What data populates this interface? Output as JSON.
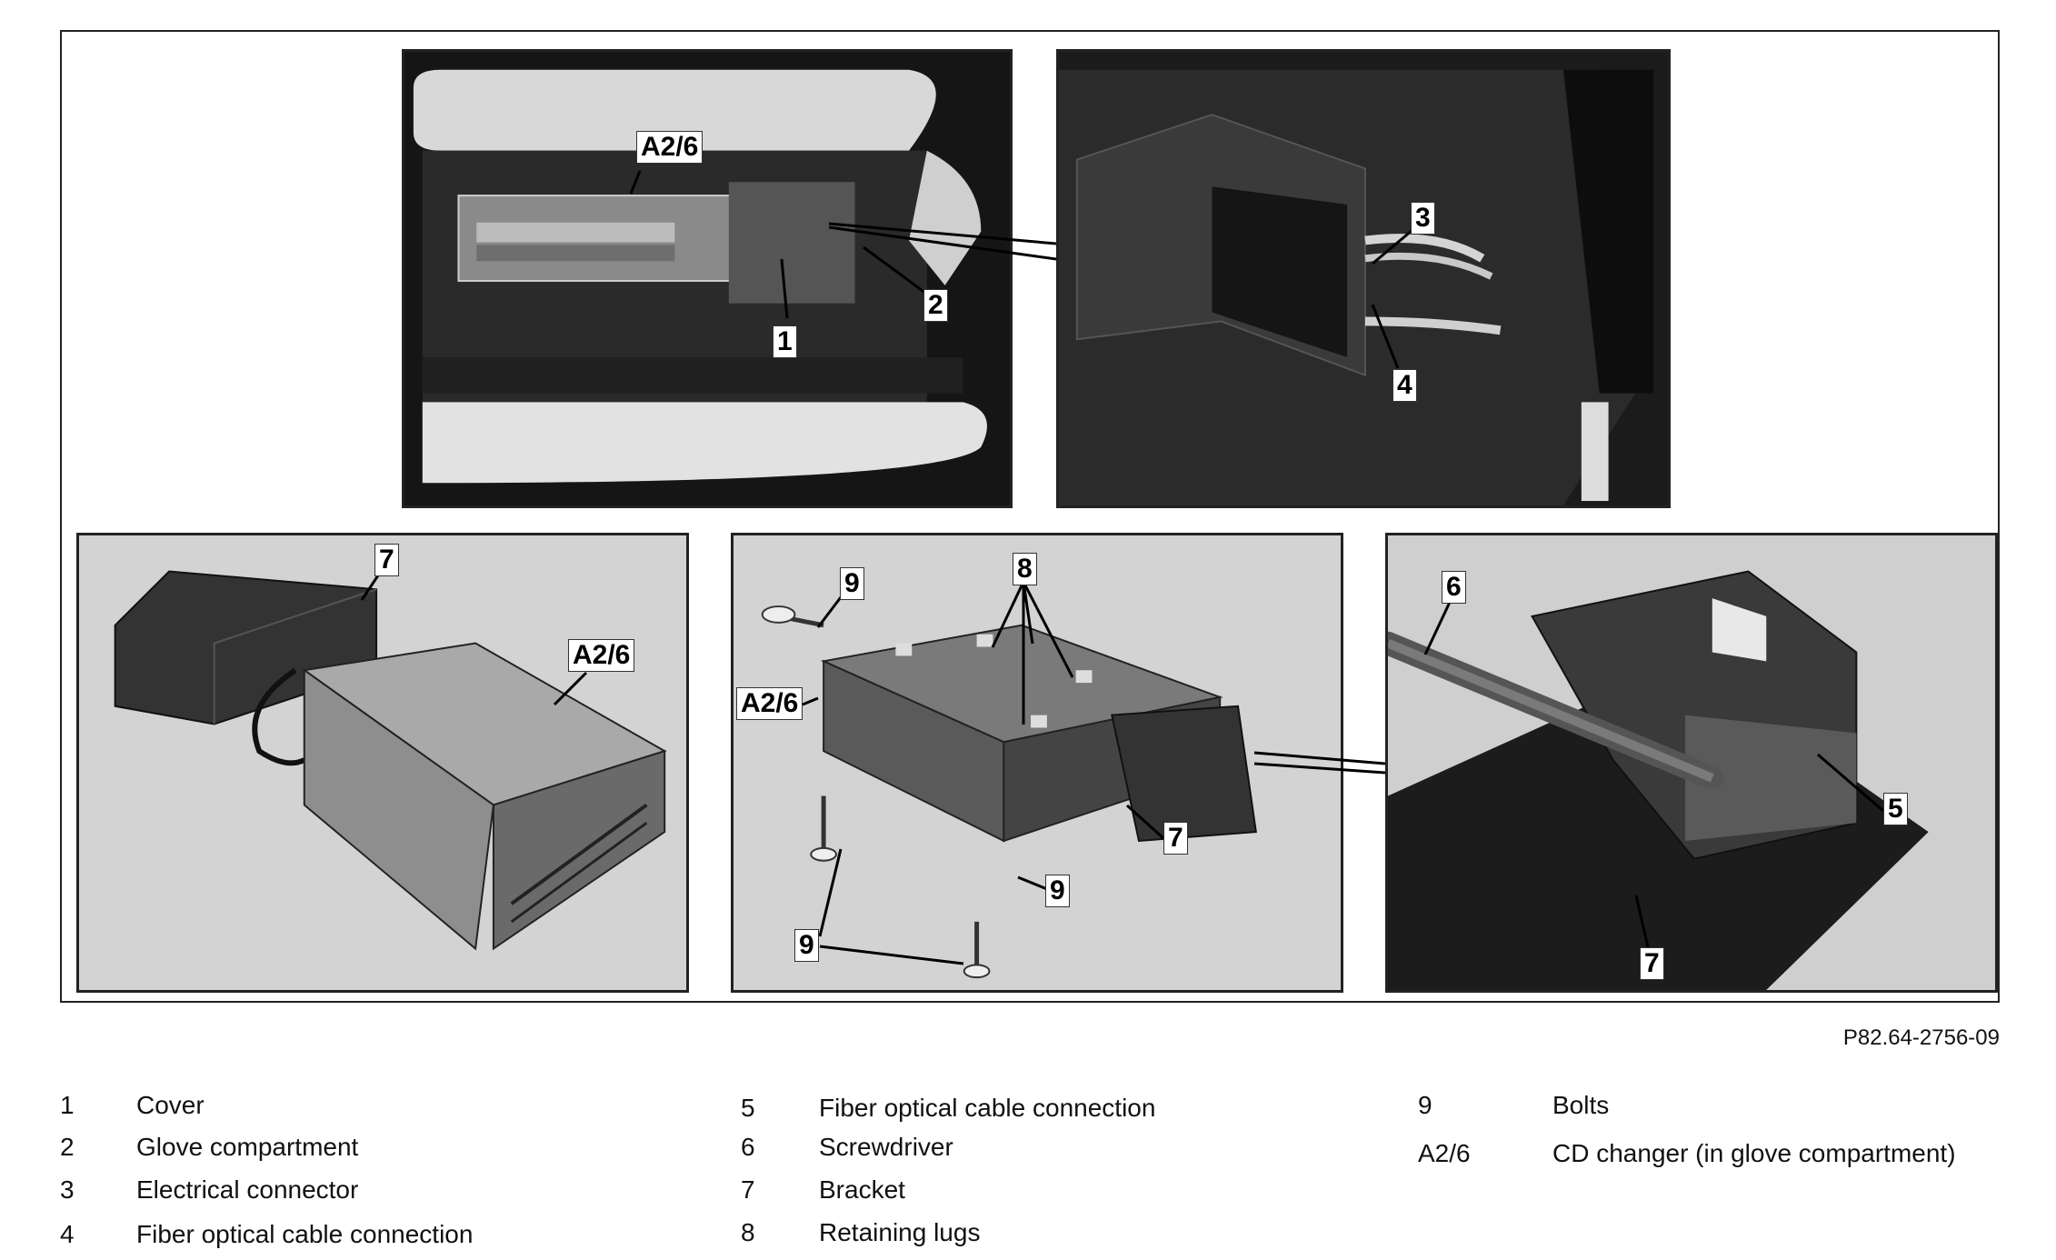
{
  "figure_id": "P82.64-2756-09",
  "callouts": {
    "p1_a26": "A2/6",
    "p1_1": "1",
    "p1_2": "2",
    "p2_3": "3",
    "p2_4": "4",
    "p3_7": "7",
    "p3_a26": "A2/6",
    "p4_9a": "9",
    "p4_8": "8",
    "p4_a26": "A2/6",
    "p4_7": "7",
    "p4_9b": "9",
    "p4_9c": "9",
    "p5_6": "6",
    "p5_5": "5",
    "p5_7": "7"
  },
  "legend": [
    {
      "key": "1",
      "text": "Cover"
    },
    {
      "key": "2",
      "text": "Glove compartment"
    },
    {
      "key": "3",
      "text": "Electrical connector"
    },
    {
      "key": "4",
      "text": "Fiber optical cable connection"
    },
    {
      "key": "5",
      "text": "Fiber optical cable connection"
    },
    {
      "key": "6",
      "text": "Screwdriver"
    },
    {
      "key": "7",
      "text": "Bracket"
    },
    {
      "key": "8",
      "text": "Retaining lugs"
    },
    {
      "key": "9",
      "text": "Bolts"
    },
    {
      "key": "A2/6",
      "text": "CD changer (in glove compartment)"
    }
  ]
}
